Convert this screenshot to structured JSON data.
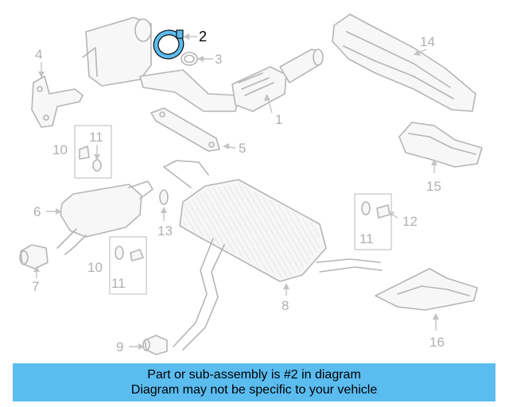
{
  "callouts": {
    "c1": "1",
    "c2": "2",
    "c3": "3",
    "c4": "4",
    "c5": "5",
    "c6": "6",
    "c7": "7",
    "c8": "8",
    "c9": "9",
    "c10a": "10",
    "c10b": "10",
    "c11a": "11",
    "c11b": "11",
    "c11c": "11",
    "c12": "12",
    "c13": "13",
    "c14": "14",
    "c15": "15",
    "c16": "16"
  },
  "highlight": {
    "part": "2",
    "color": "#5bbcf0"
  },
  "banner": {
    "line1": "Part or sub-assembly is #2 in diagram",
    "line2": "Diagram may not be specific to your vehicle",
    "color": "#5bbcf0"
  }
}
